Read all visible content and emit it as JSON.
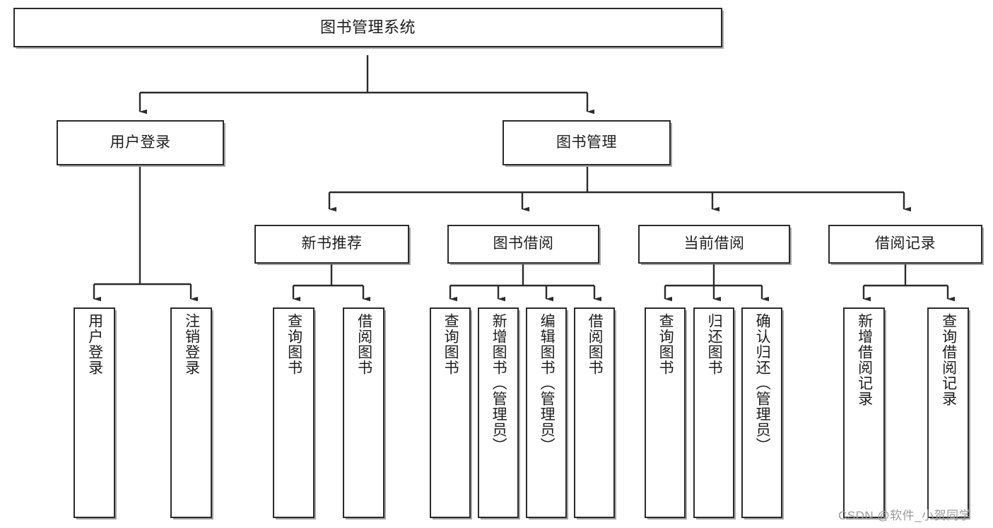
{
  "diagram": {
    "title": "图书管理系统",
    "type": "tree",
    "levels": 4,
    "root": {
      "label": "图书管理系统"
    },
    "level2": [
      {
        "label": "用户登录"
      },
      {
        "label": "图书管理"
      }
    ],
    "level3": [
      {
        "label": "新书推荐",
        "parent": "图书管理"
      },
      {
        "label": "图书借阅",
        "parent": "图书管理"
      },
      {
        "label": "当前借阅",
        "parent": "图书管理"
      },
      {
        "label": "借阅记录",
        "parent": "图书管理"
      }
    ],
    "leaves": {
      "user_login": [
        {
          "label": "用户登录"
        },
        {
          "label": "注销登录"
        }
      ],
      "new_book_recommend": [
        {
          "label": "查询图书"
        },
        {
          "label": "借阅图书"
        }
      ],
      "book_borrow": [
        {
          "label": "查询图书"
        },
        {
          "label": "新增图书（管理员）"
        },
        {
          "label": "编辑图书（管理员）"
        },
        {
          "label": "借阅图书"
        }
      ],
      "current_borrow": [
        {
          "label": "查询图书"
        },
        {
          "label": "归还图书"
        },
        {
          "label": "确认归还（管理员）"
        }
      ],
      "borrow_record": [
        {
          "label": "新增借阅记录"
        },
        {
          "label": "查询借阅记录"
        }
      ]
    }
  },
  "watermark": {
    "text": "CSDN @软件_小贺同学"
  },
  "colors": {
    "stroke": "#2b2b2b",
    "fill": "#ffffff",
    "text": "#1d1d1d",
    "watermark": "#9a9a9a"
  }
}
